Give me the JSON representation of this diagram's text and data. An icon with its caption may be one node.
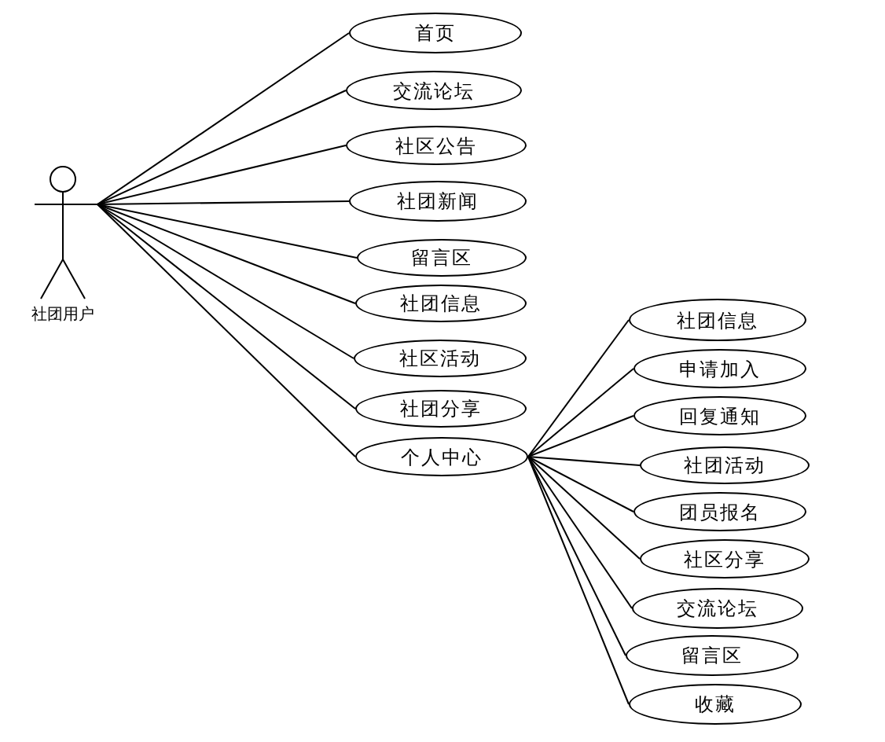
{
  "diagram": {
    "nodes": [
      {
        "text": [
          "社团用户"
        ]
      },
      {
        "text": [
          "首页"
        ]
      },
      {
        "text": [
          "交流论坛"
        ]
      },
      {
        "text": [
          "社区公告"
        ]
      },
      {
        "text": [
          "社团新闻"
        ]
      },
      {
        "text": [
          "留言区"
        ]
      },
      {
        "text": [
          "社团信息"
        ]
      },
      {
        "text": [
          "社区活动"
        ]
      },
      {
        "text": [
          "社团分享"
        ]
      },
      {
        "text": [
          "个人中心"
        ]
      },
      {
        "text": [
          "社团信息"
        ]
      },
      {
        "text": [
          "申请加入"
        ]
      },
      {
        "text": [
          "回复通知"
        ]
      },
      {
        "text": [
          "社团活动"
        ]
      },
      {
        "text": [
          "团员报名"
        ]
      },
      {
        "text": [
          "社区分享"
        ]
      },
      {
        "text": [
          "交流论坛"
        ]
      },
      {
        "text": [
          "留言区"
        ]
      },
      {
        "text": [
          "收藏"
        ]
      }
    ],
    "edges": [
      {
        "from": 0,
        "to": 1,
        "arrow": "none"
      },
      {
        "from": 0,
        "to": 2,
        "arrow": "none"
      },
      {
        "from": 0,
        "to": 3,
        "arrow": "none"
      },
      {
        "from": 0,
        "to": 4,
        "arrow": "none"
      },
      {
        "from": 0,
        "to": 5,
        "arrow": "none"
      },
      {
        "from": 0,
        "to": 6,
        "arrow": "none"
      },
      {
        "from": 0,
        "to": 7,
        "arrow": "none"
      },
      {
        "from": 0,
        "to": 8,
        "arrow": "none"
      },
      {
        "from": 0,
        "to": 9,
        "arrow": "none"
      },
      {
        "from": 9,
        "to": 10,
        "arrow": "none"
      },
      {
        "from": 9,
        "to": 11,
        "arrow": "none"
      },
      {
        "from": 9,
        "to": 12,
        "arrow": "none"
      },
      {
        "from": 9,
        "to": 13,
        "arrow": "none"
      },
      {
        "from": 9,
        "to": 14,
        "arrow": "none"
      },
      {
        "from": 9,
        "to": 15,
        "arrow": "none"
      },
      {
        "from": 9,
        "to": 16,
        "arrow": "none"
      },
      {
        "from": 9,
        "to": 17,
        "arrow": "none"
      },
      {
        "from": 9,
        "to": 18,
        "arrow": "none"
      }
    ]
  }
}
